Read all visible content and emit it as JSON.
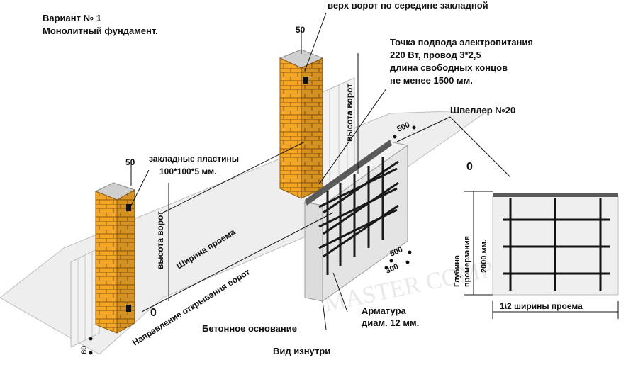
{
  "variant_title": "Вариант № 1",
  "variant_subtitle": "Монолитный фундамент.",
  "top_label": "верх ворот по середине закладной",
  "power_note": [
    "Точка подвода электропитания",
    "220 Вт, провод 3*2,5",
    "длина свободных концов",
    "не менее 1500 мм."
  ],
  "channel_label": "Швеллер №20",
  "plates_label": [
    "закладные пластины",
    "100*100*5 мм."
  ],
  "pillar_width_left": "50",
  "pillar_width_right": "50",
  "gate_height_left": "высота ворот",
  "gate_height_right": "высота ворот",
  "opening_width": "Ширина проема",
  "opening_direction": "Направление открывания ворот",
  "zero_left": "0",
  "zero_right": "0",
  "dim_80": "80",
  "dim_500_top": "500",
  "dim_500_side": "500",
  "dim_300": "300",
  "rebar_label": [
    "Арматура",
    "диам. 12 мм."
  ],
  "concrete_label": "Бетонное основание",
  "view_label": "Вид изнутри",
  "freeze_depth": [
    "Глубина",
    "промерзания",
    "2000 мм."
  ],
  "half_width": "1\\2 ширины проема",
  "watermark": "MASTER COMPANY",
  "colors": {
    "brick": "#f5a623",
    "brick_line": "#8a5a14",
    "concrete": "#e4e4e4",
    "ground": "#eeeeee",
    "cap": "#cfcfcf",
    "steel": "#5a5a5a"
  }
}
